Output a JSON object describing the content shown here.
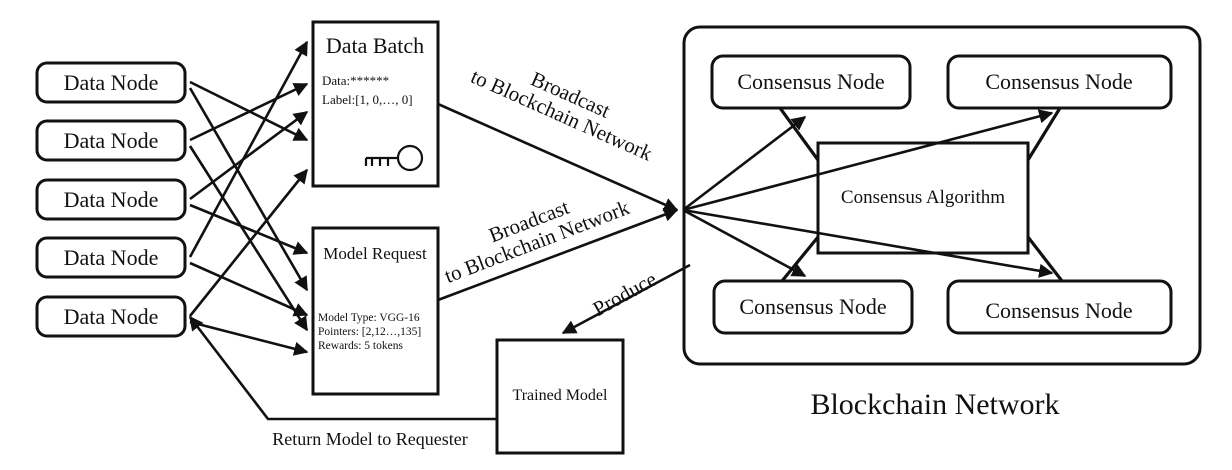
{
  "data_nodes": [
    "Data Node",
    "Data Node",
    "Data Node",
    "Data Node",
    "Data Node"
  ],
  "data_batch": {
    "title": "Data Batch",
    "data_line": "Data:******",
    "label_line": "Label:[1, 0,…, 0]",
    "icon": "key-icon"
  },
  "model_request": {
    "title": "Model Request",
    "model_type": "Model Type: VGG-16",
    "pointers": "Pointers: [2,12…,135]",
    "rewards": "Rewards: 5 tokens"
  },
  "broadcast_upper": {
    "line1": "Broadcast",
    "line2": "to Blockchain Network"
  },
  "broadcast_lower": {
    "line1": "Broadcast",
    "line2": "to Blockchain Network"
  },
  "consensus_nodes": [
    "Consensus Node",
    "Consensus Node",
    "Consensus Node",
    "Consensus Node"
  ],
  "consensus_algorithm": "Consensus Algorithm",
  "blockchain_network_label": "Blockchain Network",
  "produce_label": "Produce",
  "trained_model": "Trained Model",
  "return_label": "Return Model to Requester"
}
